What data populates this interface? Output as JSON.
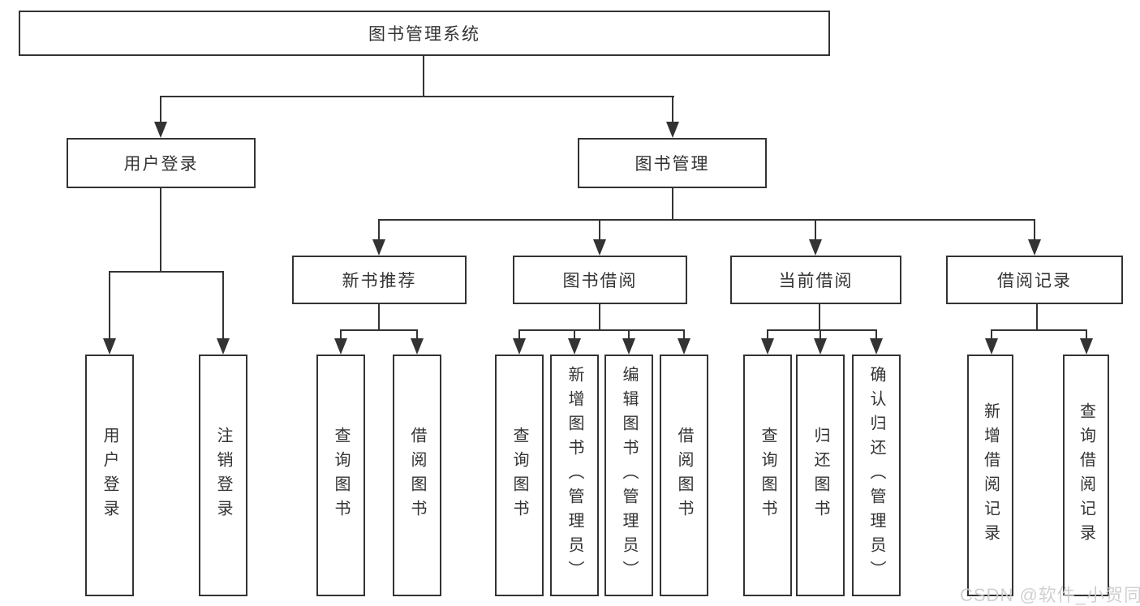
{
  "diagram": {
    "title": "图书管理系统",
    "root": {
      "label": "图书管理系统"
    },
    "branches": [
      {
        "label": "用户登录",
        "children": [
          {
            "label": "用户登录"
          },
          {
            "label": "注销登录"
          }
        ]
      },
      {
        "label": "图书管理",
        "children": [
          {
            "label": "新书推荐",
            "children": [
              {
                "label": "查询图书"
              },
              {
                "label": "借阅图书"
              }
            ]
          },
          {
            "label": "图书借阅",
            "children": [
              {
                "label": "查询图书"
              },
              {
                "label": "新增图书（管理员）"
              },
              {
                "label": "编辑图书（管理员）"
              },
              {
                "label": "借阅图书"
              }
            ]
          },
          {
            "label": "当前借阅",
            "children": [
              {
                "label": "查询图书"
              },
              {
                "label": "归还图书"
              },
              {
                "label": "确认归还（管理员）"
              }
            ]
          },
          {
            "label": "借阅记录",
            "children": [
              {
                "label": "新增借阅记录"
              },
              {
                "label": "查询借阅记录"
              }
            ]
          }
        ]
      }
    ]
  },
  "watermark": {
    "text": "CSDN @软件_小贺同学"
  },
  "colors": {
    "line": "#333333",
    "box_fill": "#ffffff",
    "text": "#333333",
    "background": "#ffffff",
    "watermark": "#cccccc"
  }
}
